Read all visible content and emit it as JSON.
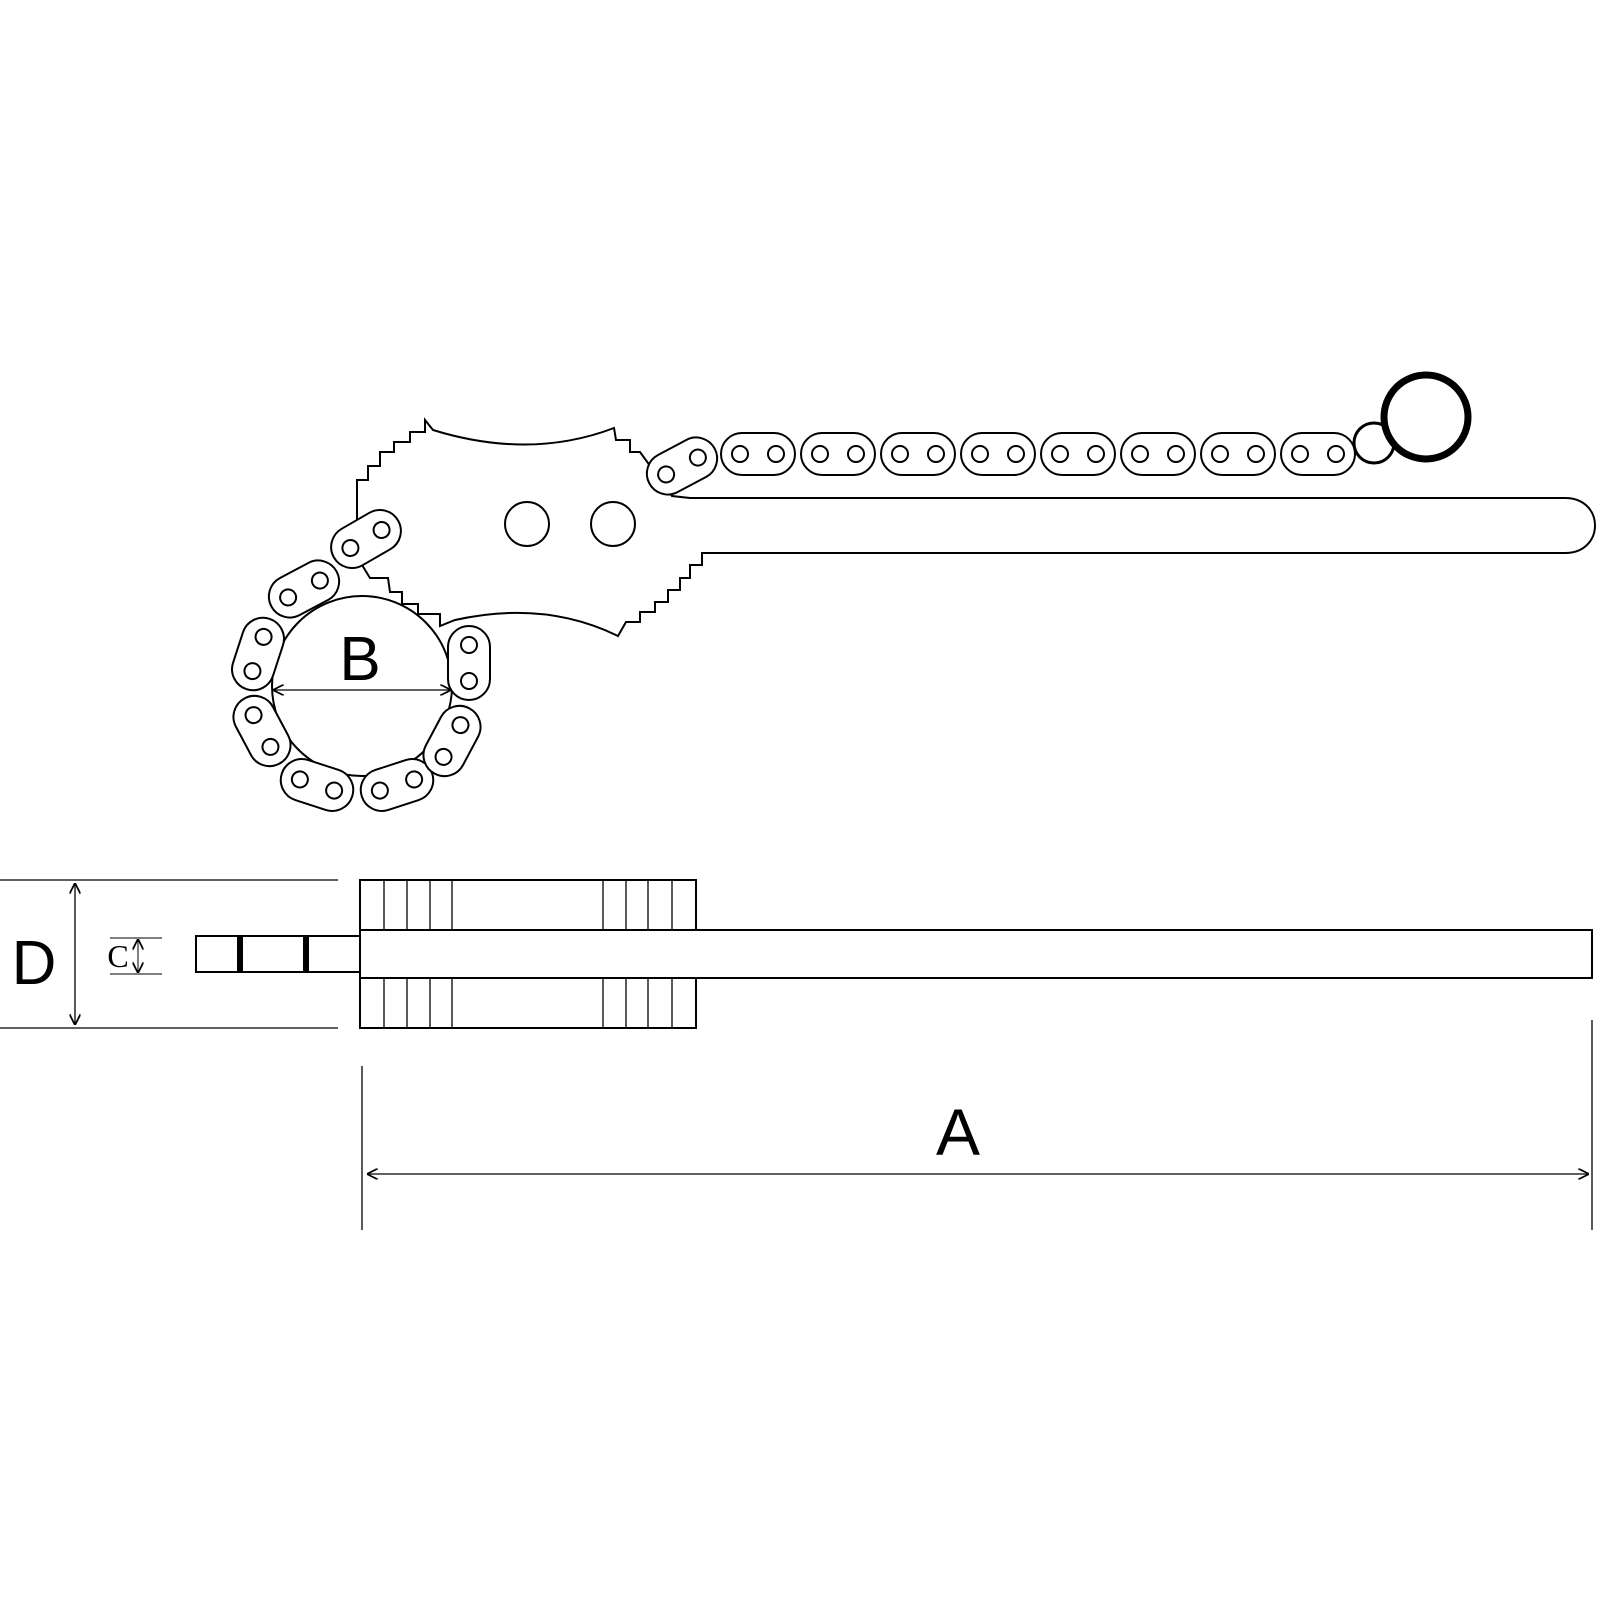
{
  "labels": {
    "a": "A",
    "b": "B",
    "c": "C",
    "d": "D"
  },
  "colors": {
    "stroke": "#000000",
    "background": "#ffffff"
  }
}
